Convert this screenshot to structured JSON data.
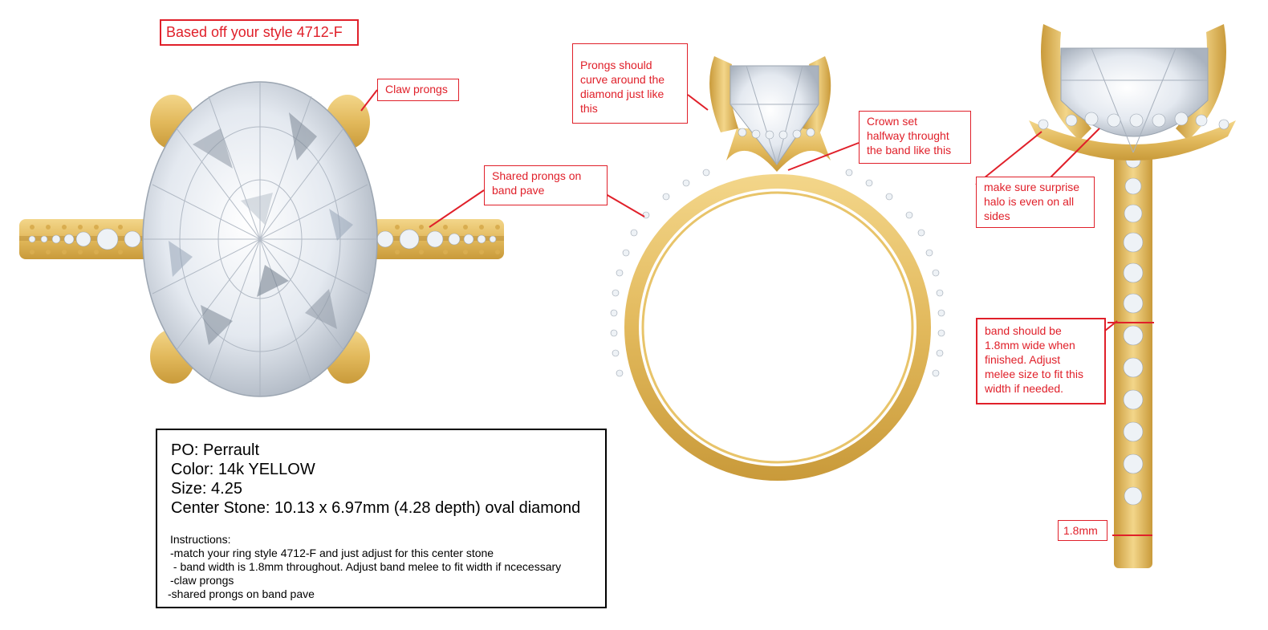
{
  "header": {
    "title": "Based off your style 4712-F"
  },
  "annotations": {
    "claw_prongs": "Claw prongs",
    "shared_prongs": [
      "Shared prongs on",
      "band pave"
    ],
    "prongs_curve": [
      "Prongs should",
      "curve around the",
      "diamond just like",
      "this"
    ],
    "crown_set": [
      "Crown  set",
      "halfway throught",
      "the band like this"
    ],
    "surprise_halo": [
      "make sure surprise",
      "halo is even on all",
      "sides"
    ],
    "band_width": [
      "band should be",
      "1.8mm wide when",
      "finished. Adjust",
      "melee size to fit this",
      "width if needed."
    ],
    "measure": "1.8mm"
  },
  "order": {
    "po": "PO: Perrault",
    "color": "Color: 14k YELLOW",
    "size": "Size: 4.25",
    "center_stone": "Center Stone: 10.13 x 6.97mm (4.28 depth) oval diamond",
    "instructions_heading": "Instructions:",
    "instructions": [
      "-match your ring style 4712-F and just adjust for this center stone",
      " - band width is 1.8mm throughout. Adjust band melee to fit width if ncecessary",
      "-claw prongs",
      "-shared prongs on band pave"
    ]
  },
  "colors": {
    "accent": "#e0202a",
    "gold": "#e8c46a",
    "gold_dark": "#c99a3a",
    "diamond": "#dfe6ee"
  },
  "icons": [
    "oval-diamond-ring-top-view",
    "ring-side-profile-view",
    "ring-end-view"
  ]
}
